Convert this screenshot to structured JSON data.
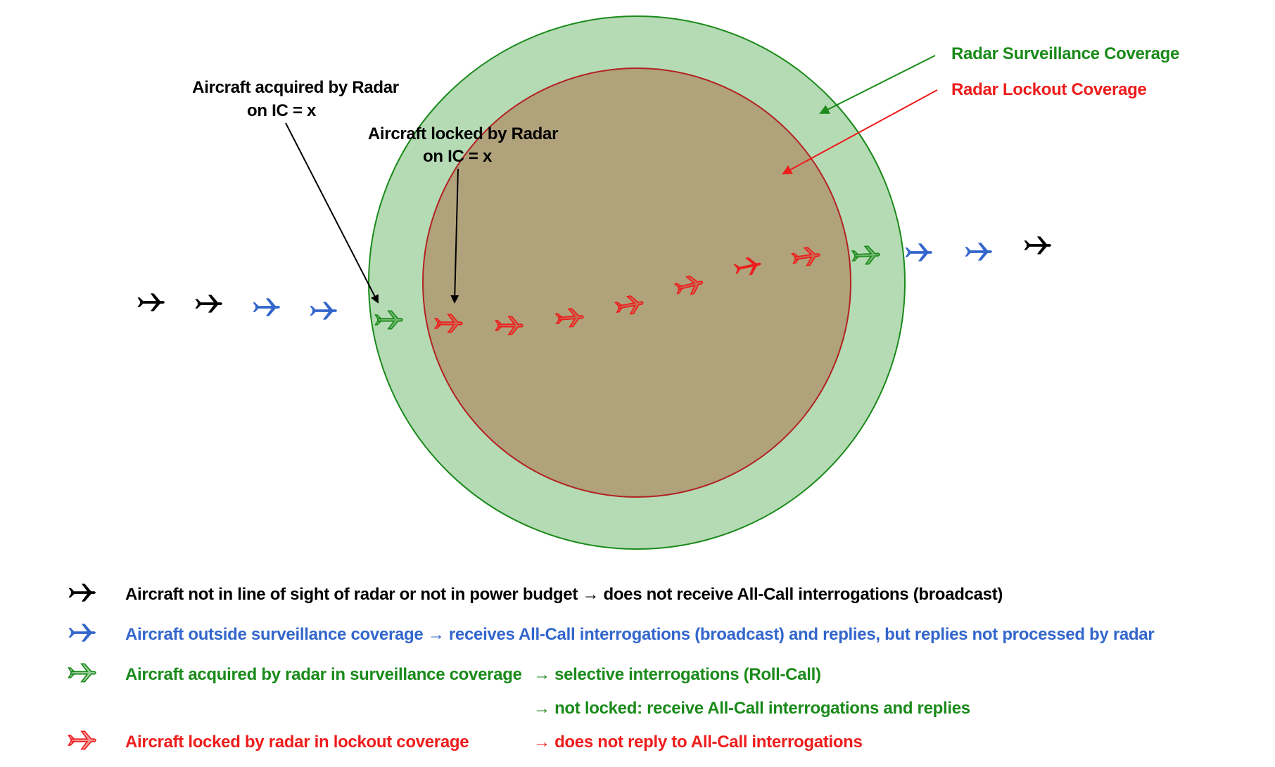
{
  "colors": {
    "black": "#000000",
    "blue": "#3366cc",
    "green": "#1a8a1a",
    "red": "#ee1c1c",
    "surveillance_fill": "#b5dbb5",
    "surveillance_stroke": "#1a8a1a",
    "lockout_fill": "#b0a27a",
    "lockout_stroke": "#b22222"
  },
  "coverage": {
    "surveillance_label": "Radar Surveillance Coverage",
    "lockout_label": "Radar Lockout Coverage"
  },
  "annotations": {
    "acquired_line1": "Aircraft acquired by Radar",
    "acquired_line2": "on IC = x",
    "locked_line1": "Aircraft locked by Radar",
    "locked_line2": "on IC = x"
  },
  "aircraft_track": [
    {
      "state": "not-in-sight",
      "color": "black",
      "icon": "airplane-icon"
    },
    {
      "state": "not-in-sight",
      "color": "black",
      "icon": "airplane-icon"
    },
    {
      "state": "outside-coverage",
      "color": "blue",
      "icon": "airplane-icon"
    },
    {
      "state": "outside-coverage",
      "color": "blue",
      "icon": "airplane-icon"
    },
    {
      "state": "acquired",
      "color": "green",
      "icon": "airplane-outline-icon"
    },
    {
      "state": "locked",
      "color": "red",
      "icon": "airplane-outline-icon"
    },
    {
      "state": "locked",
      "color": "red",
      "icon": "airplane-outline-icon"
    },
    {
      "state": "locked",
      "color": "red",
      "icon": "airplane-outline-icon"
    },
    {
      "state": "locked",
      "color": "red",
      "icon": "airplane-outline-icon"
    },
    {
      "state": "locked",
      "color": "red",
      "icon": "airplane-outline-icon"
    },
    {
      "state": "locked",
      "color": "red",
      "icon": "airplane-icon"
    },
    {
      "state": "locked",
      "color": "red",
      "icon": "airplane-outline-icon"
    },
    {
      "state": "acquired",
      "color": "green",
      "icon": "airplane-outline-icon"
    },
    {
      "state": "outside-coverage",
      "color": "blue",
      "icon": "airplane-icon"
    },
    {
      "state": "outside-coverage",
      "color": "blue",
      "icon": "airplane-icon"
    },
    {
      "state": "not-in-sight",
      "color": "black",
      "icon": "airplane-icon"
    }
  ],
  "legend": {
    "black": {
      "text": "Aircraft not in line of sight of radar or not in power budget → does not receive All-Call interrogations (broadcast)"
    },
    "blue": {
      "text": "Aircraft outside surveillance coverage → receives All-Call interrogations (broadcast) and replies, but replies not processed by radar"
    },
    "green": {
      "text": "Aircraft acquired by radar in surveillance coverage",
      "detail1": "→ selective interrogations (Roll-Call)",
      "detail2": "→ not locked: receive All-Call interrogations and replies"
    },
    "red": {
      "text": "Aircraft locked by radar in lockout coverage",
      "detail1": "→ does not reply to All-Call interrogations"
    }
  }
}
